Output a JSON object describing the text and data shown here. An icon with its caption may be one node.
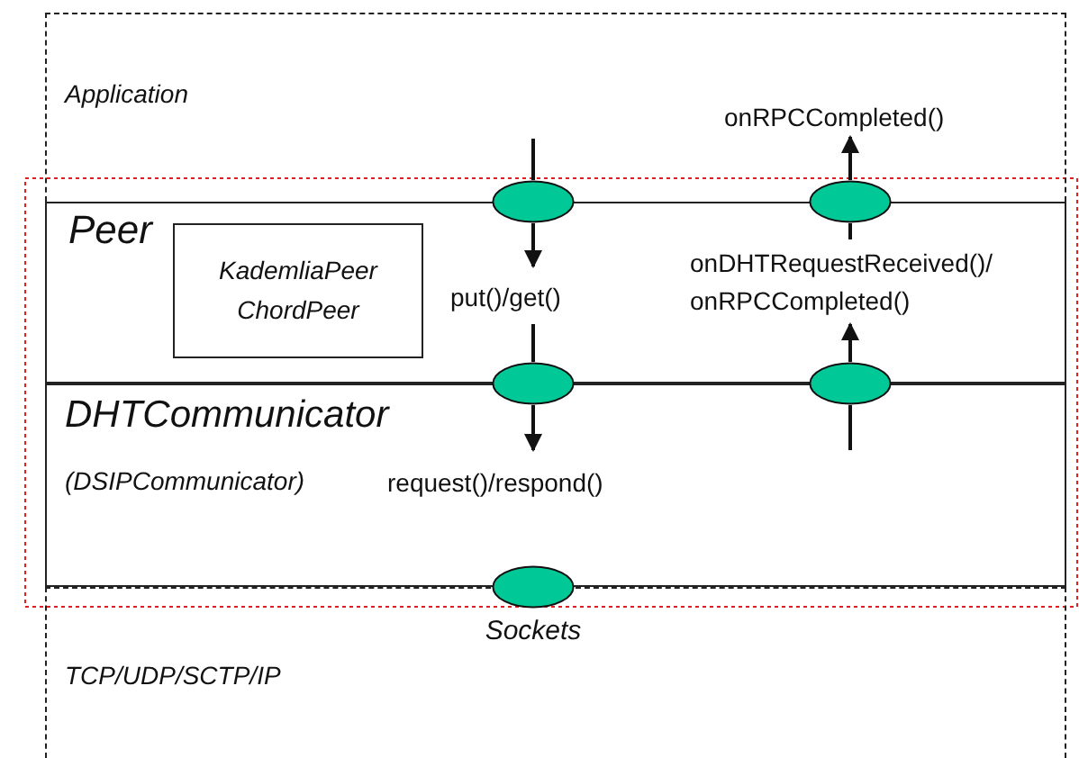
{
  "diagram": {
    "nodes": [
      {
        "text": [
          "Application"
        ]
      },
      {
        "text": [
          "Peer"
        ]
      },
      {
        "text": [
          "KademliaPeer",
          "ChordPeer"
        ],
        "in": 1
      },
      {
        "text": [
          "DHTCommunicator",
          "(DSIPCommunicator)"
        ]
      },
      {
        "text": [
          "TCP/UDP/SCTP/IP"
        ]
      },
      {
        "text": [],
        "shape": "ellipse"
      },
      {
        "text": [],
        "shape": "ellipse"
      },
      {
        "text": [],
        "shape": "ellipse"
      },
      {
        "text": [],
        "shape": "ellipse"
      },
      {
        "text": [],
        "shape": "ellipse",
        "beside": [
          "Sockets"
        ]
      }
    ],
    "edges": [
      {
        "from": 0,
        "to": 5,
        "arrow": "none"
      },
      {
        "from": 5,
        "to": null,
        "arrow": "to",
        "label": "put()/get()"
      },
      {
        "from": null,
        "to": 7,
        "arrow": "none"
      },
      {
        "from": 7,
        "to": 3,
        "arrow": "to",
        "label": "request()/respond()"
      },
      {
        "from": 3,
        "to": 8,
        "arrow": "none"
      },
      {
        "from": 8,
        "to": null,
        "arrow": "to",
        "label": "onDHTRequestReceived()/ onRPCCompleted()"
      },
      {
        "from": null,
        "to": 6,
        "arrow": "none"
      },
      {
        "from": 6,
        "to": 0,
        "arrow": "to",
        "label": "onRPCCompleted()"
      }
    ]
  }
}
